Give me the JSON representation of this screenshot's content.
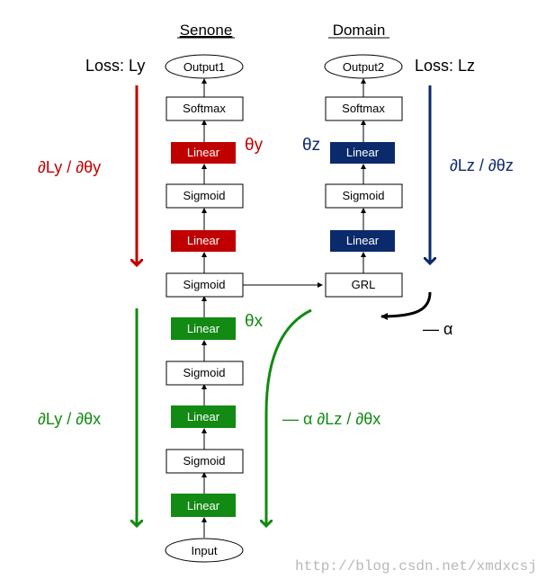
{
  "headers": {
    "senone": "Senone",
    "domain": "Domain"
  },
  "losses": {
    "ly": "Loss: Ly",
    "lz": "Loss: Lz"
  },
  "params": {
    "theta_y": "θy",
    "theta_z": "θz",
    "theta_x": "θx"
  },
  "gradients": {
    "dly_dthy": "∂Ly / ∂θy",
    "dlz_dthz": "∂Lz / ∂θz",
    "dly_dthx": "∂Ly / ∂θx",
    "neg_alpha": "— α",
    "neg_alpha_dlz_dthx": "— α  ∂Lz / ∂θx"
  },
  "senone_stack": {
    "output": "Output1",
    "softmax": "Softmax",
    "linear_y2": "Linear",
    "sigmoid_y": "Sigmoid",
    "linear_y1": "Linear",
    "sigmoid_shared": "Sigmoid",
    "linear_x3": "Linear",
    "sigmoid_x2": "Sigmoid",
    "linear_x2": "Linear",
    "sigmoid_x1": "Sigmoid",
    "linear_x1": "Linear",
    "input": "Input"
  },
  "domain_stack": {
    "output": "Output2",
    "softmax": "Softmax",
    "linear_z2": "Linear",
    "sigmoid_z": "Sigmoid",
    "linear_z1": "Linear",
    "grl": "GRL"
  },
  "colors": {
    "red": "#c00000",
    "navy": "#0b2a6b",
    "green": "#138a13"
  },
  "watermark": "http://blog.csdn.net/xmdxcsj"
}
